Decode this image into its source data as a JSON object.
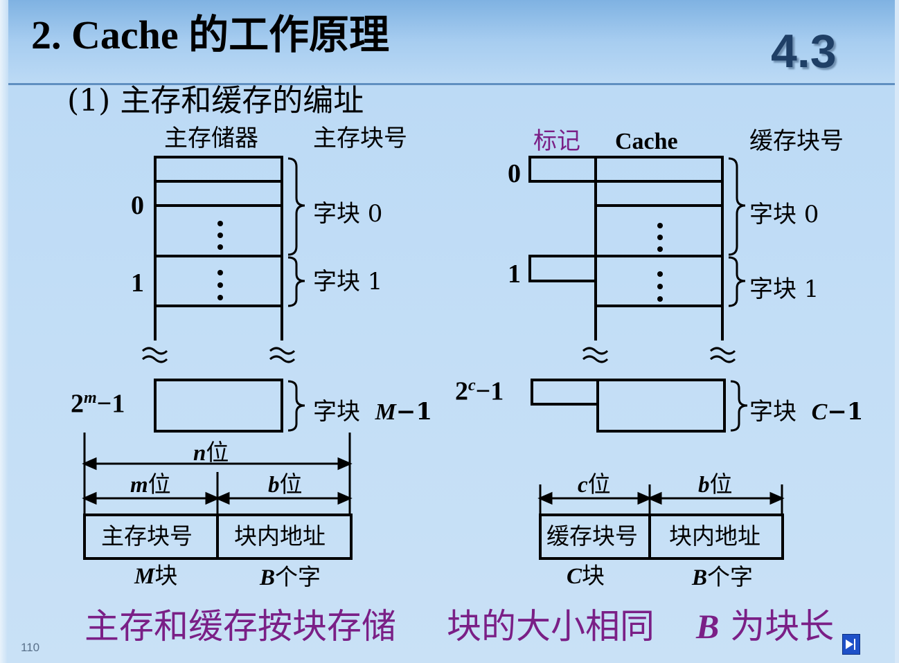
{
  "header": {
    "title": "2. Cache 的工作原理",
    "section_number": "4.3"
  },
  "subtitle": "(1)  主存和缓存的编址",
  "main_memory": {
    "heading": "主存储器",
    "block_no_heading": "主存块号",
    "row_label_0": "0",
    "row_label_1": "1",
    "row_label_last_base": "2",
    "row_label_last_exp": "m",
    "row_label_last_tail": "−1",
    "block_0": "字块 0",
    "block_1": "字块 1",
    "block_last_prefix": "字块",
    "block_last_var": "M",
    "block_last_tail": "−1"
  },
  "cache": {
    "tag_heading": "标记",
    "heading": "Cache",
    "block_no_heading": "缓存块号",
    "row_label_0": "0",
    "row_label_1": "1",
    "row_label_last_base": "2",
    "row_label_last_exp": "c",
    "row_label_last_tail": "−1",
    "block_0": "字块 0",
    "block_1": "字块 1",
    "block_last_prefix": "字块",
    "block_last_var": "C",
    "block_last_tail": "−1"
  },
  "main_address": {
    "total_var": "n",
    "total_unit": "位",
    "left_var": "m",
    "left_unit": "位",
    "right_var": "b",
    "right_unit": "位",
    "field_left": "主存块号",
    "field_right": "块内地址",
    "below_left_var": "M",
    "below_left_unit": "块",
    "below_right_var": "B",
    "below_right_unit": "个字"
  },
  "cache_address": {
    "left_var": "c",
    "left_unit": "位",
    "right_var": "b",
    "right_unit": "位",
    "field_left": "缓存块号",
    "field_right": "块内地址",
    "below_left_var": "C",
    "below_left_unit": "块",
    "below_right_var": "B",
    "below_right_unit": "个字"
  },
  "footer": {
    "statement_1": "主存和缓存按块存储",
    "statement_2": "块的大小相同",
    "statement_3_var": "B",
    "statement_3_text": " 为块长",
    "page_number": "110"
  },
  "colors": {
    "accent_purple": "#7a1f86",
    "section_number": "#1f3f66"
  }
}
